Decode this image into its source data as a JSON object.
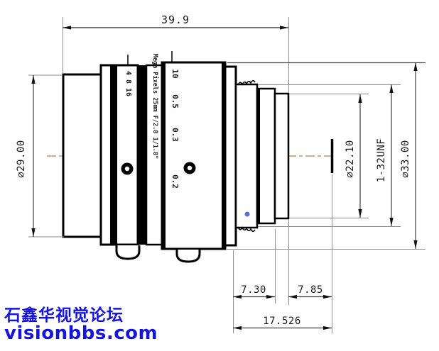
{
  "drawing": {
    "type": "lens mechanical dimension drawing",
    "dimensions": {
      "total_length": "39.9",
      "front_diameter": "∅29.00",
      "rear_step_diameter": "∅22.10",
      "mount_thread": "1-32UNF",
      "body_diameter": "∅33.00",
      "thread_length": "7.30",
      "rear_length": "7.85",
      "flange_distance": "17.526"
    },
    "lens_markings": {
      "aperture_scale": "4 8 16",
      "model": "Mega Pixels 25mm F/2.8 1/1.8\"",
      "focus_scale": [
        "10",
        "0.5",
        "0.3",
        "0.2"
      ]
    },
    "watermark": {
      "line1": "石鑫华视觉论坛",
      "line2": "visionbbs.com",
      "color": "#1414dd"
    },
    "colors": {
      "axis": "#c89468",
      "outline": "#000000",
      "extension_line": "#8f8f8f",
      "dimension_line": "#3c3c3c",
      "detail_dot": "#5a6fd0"
    }
  }
}
